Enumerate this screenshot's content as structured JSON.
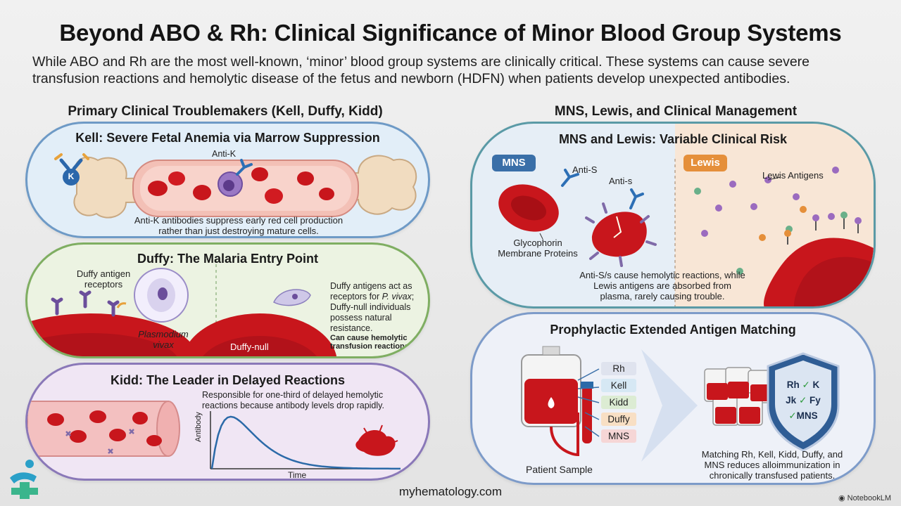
{
  "header": {
    "title": "Beyond ABO & Rh: Clinical Significance of Minor Blood Group Systems",
    "intro": "While ABO and Rh are the most well-known, ‘minor’ blood group systems are clinically critical. These systems can cause severe transfusion reactions and hemolytic disease of the fetus and newborn (HDFN) when patients develop unexpected antibodies."
  },
  "left_column": {
    "heading": "Primary Clinical Troublemakers (Kell, Duffy, Kidd)",
    "kell": {
      "title": "Kell: Severe Fetal Anemia via Marrow Suppression",
      "antibody_label": "Anti-K",
      "caption": "Anti-K antibodies suppress early red cell production rather than just destroying mature cells.",
      "icon_letter": "K"
    },
    "duffy": {
      "title": "Duffy: The Malaria Entry Point",
      "receptor_label": "Duffy antigen receptors",
      "parasite_label": "Plasmodium vivax",
      "null_label": "Duffy-null",
      "description_pre": "Duffy antigens act as receptors for ",
      "description_italic": "P. vivax",
      "description_post": "; Duffy-null individuals possess natural resistance.",
      "description_bold": "Can cause hemolytic transfusion reactions."
    },
    "kidd": {
      "title": "Kidd: The Leader in Delayed Reactions",
      "description": "Responsible for one-third of delayed hemolytic reactions because antibody levels drop rapidly.",
      "chart_y_label": "Antibody",
      "chart_x_label": "Time"
    }
  },
  "right_column": {
    "heading": "MNS, Lewis, and Clinical Management",
    "mns_lewis": {
      "title": "MNS and Lewis: Variable Clinical Risk",
      "mns_badge": "MNS",
      "lewis_badge": "Lewis",
      "anti_S": "Anti-S",
      "anti_s": "Anti-s",
      "glycophorin": "Glycophorin Membrane Proteins",
      "lewis_antigens": "Lewis Antigens",
      "caption": "Anti-S/s cause hemolytic reactions, while Lewis antigens are absorbed from plasma, rarely causing trouble."
    },
    "matching": {
      "title": "Prophylactic Extended Antigen Matching",
      "tags": [
        "Rh",
        "Kell",
        "Kidd",
        "Duffy",
        "MNS"
      ],
      "tag_colors": [
        "#dfe3ee",
        "#d6e8f4",
        "#dcecd3",
        "#f8dfc4",
        "#f6d6d6"
      ],
      "patient_label": "Patient Sample",
      "shield_rows": [
        [
          "Rh",
          "K"
        ],
        [
          "Jk",
          "Fy"
        ],
        [
          "MNS"
        ]
      ],
      "caption": "Matching Rh, Kell, Kidd, Duffy, and MNS reduces alloimmunization in chronically transfused patients."
    }
  },
  "footer": {
    "site": "myhematology.com",
    "brand": "NotebookLM"
  },
  "colors": {
    "blood": "#c8161c",
    "kell_border": "#6e9ac6",
    "duffy_border": "#7fae62",
    "kidd_border": "#8a78b8",
    "mns_border": "#5a9aa6",
    "matching_border": "#7d9bc9"
  }
}
